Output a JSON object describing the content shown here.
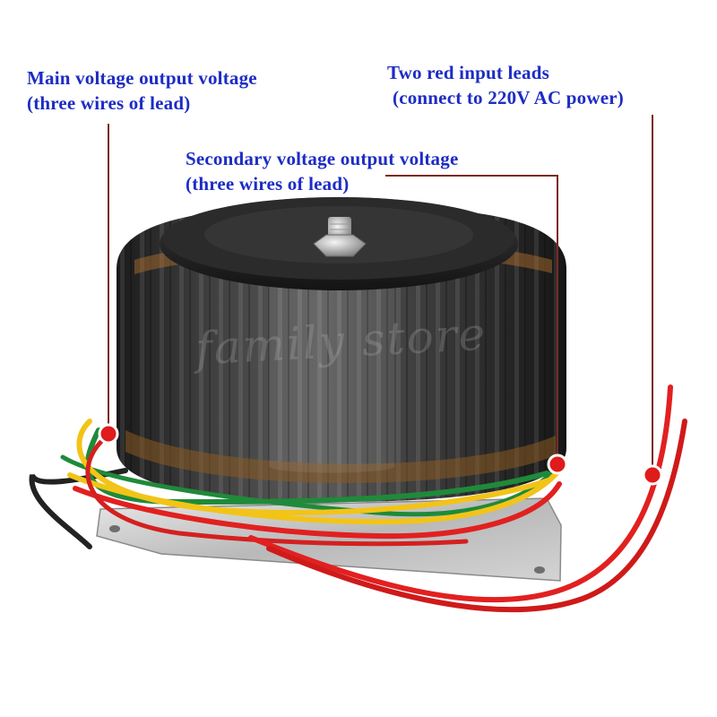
{
  "labels": {
    "main_output": {
      "line1": "Main voltage output voltage",
      "line2": "(three wires of lead)"
    },
    "secondary_output": {
      "line1": "Secondary voltage output voltage",
      "line2": "(three wires of lead)"
    },
    "input": {
      "line1": "Two red input leads",
      "line2": "(connect to 220V AC power)"
    }
  },
  "watermark": "family store",
  "colors": {
    "label_text": "#1d2cc4",
    "callout_line": "#7a2a22",
    "marker": "#e01b1b",
    "wire_red": "#e22020",
    "wire_yellow": "#f2c418",
    "wire_green": "#1f8a3a",
    "wire_black": "#222222",
    "core_dark": "#262626",
    "copper": "#b8752e"
  }
}
